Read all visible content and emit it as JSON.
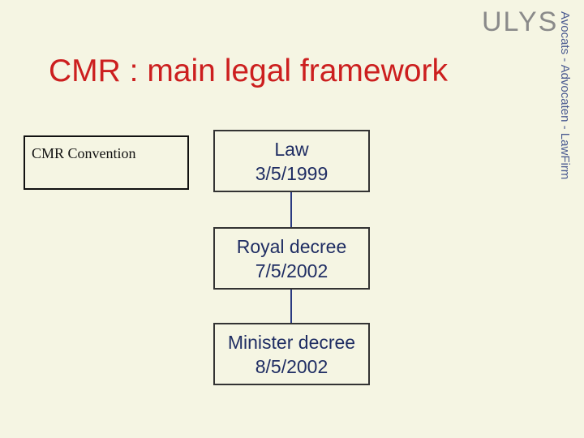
{
  "header": {
    "logo": "ULYS",
    "tagline": "Avocats - Advocaten - LawFirm"
  },
  "slide": {
    "title": "CMR : main legal framework"
  },
  "convention": {
    "label": "CMR Convention"
  },
  "hierarchy": [
    {
      "name": "Law",
      "date": "3/5/1999"
    },
    {
      "name": "Royal decree",
      "date": "7/5/2002"
    },
    {
      "name": "Minister decree",
      "date": "8/5/2002"
    }
  ],
  "colors": {
    "title": "#cc1f1f",
    "node_text": "#1f2d63",
    "connector": "#2a3a80",
    "background": "#f5f5e3",
    "tagline": "#4a5a90"
  }
}
